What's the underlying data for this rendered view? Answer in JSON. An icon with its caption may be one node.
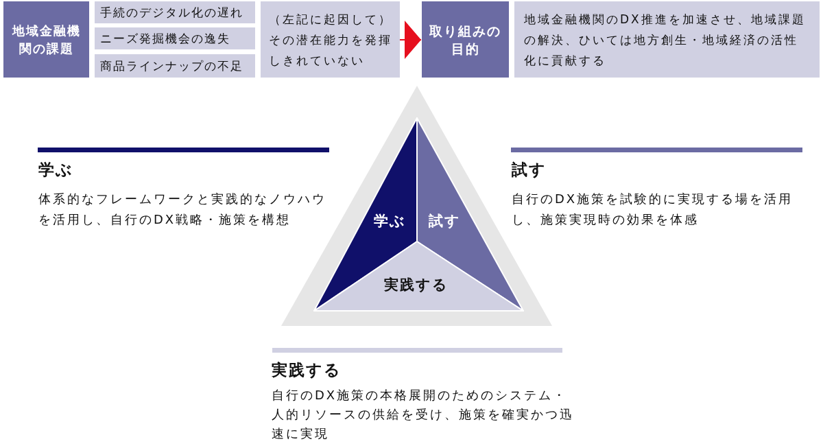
{
  "diagram": {
    "nodes": [
      {
        "text": [
          "地域金融機関の課題"
        ]
      },
      {
        "text": [
          "手続のデジタル化の遅れ"
        ]
      },
      {
        "text": [
          "ニーズ発掘機会の逸失"
        ]
      },
      {
        "text": [
          "商品ラインナップの不足"
        ]
      },
      {
        "text": [
          "（左記に起因して）その潜在能力を発揮しきれていない"
        ]
      },
      {
        "text": [
          "取り組みの目的"
        ]
      },
      {
        "text": [
          "地域金融機関のDX推進を加速させ、地域課題の解決、ひいては地方創生・地域経済の活性化に貢献する"
        ]
      },
      {
        "text": [
          "学ぶ"
        ]
      },
      {
        "text": [
          "試す"
        ]
      },
      {
        "text": [
          "実践する"
        ]
      }
    ],
    "edges": [
      {
        "from": 4,
        "to": 5,
        "arrow": "to",
        "color": "#e60f1e"
      }
    ],
    "labels": [
      "学ぶ",
      "体系的なフレームワークと実践的なノウハウを活用し、自行のDX戦略・施策を構想",
      "試す",
      "自行のDX施策を試験的に実現する場を活用し、施策実現時の効果を体感",
      "実践する",
      "自行のDX施策の本格展開のためのシステム・人的リソースの供給を受け、施策を確実かつ迅速に実現"
    ]
  }
}
